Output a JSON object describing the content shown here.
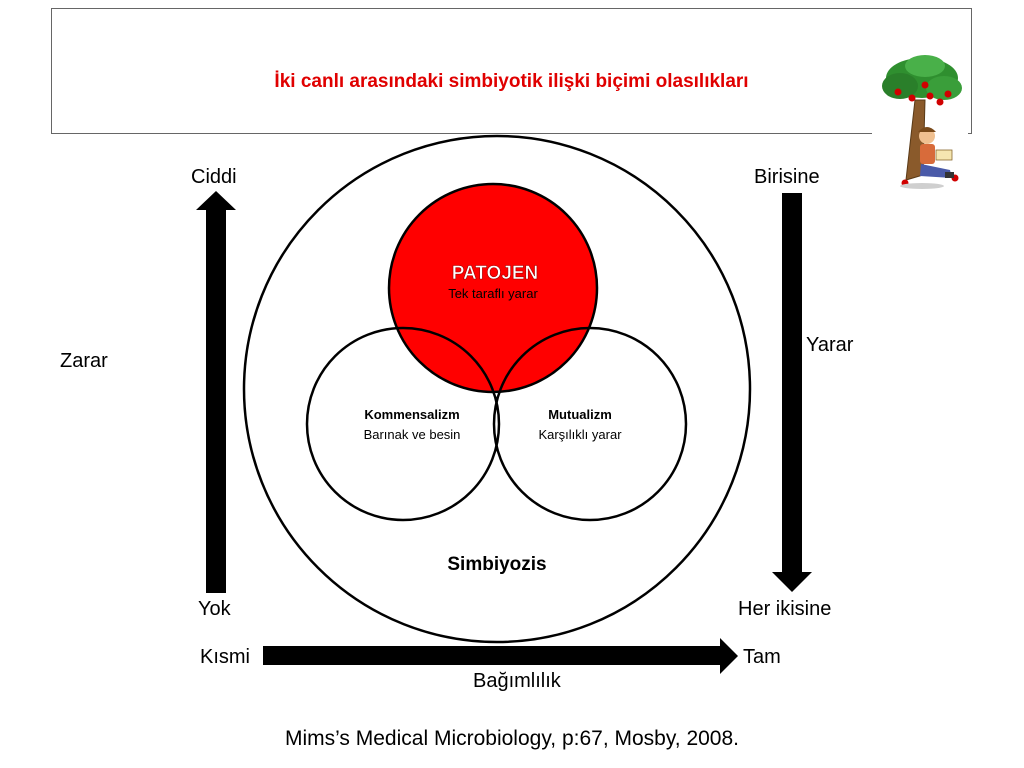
{
  "title": "İki canlı arasındaki simbiyotik ilişki biçimi olasılıkları",
  "circles": {
    "outer_label": "Simbiyozis",
    "pathogen": {
      "name": "PATOJEN",
      "desc": "Tek taraflı yarar",
      "color": "#ff0000"
    },
    "commensalism": {
      "name": "Kommensalizm",
      "desc": "Barınak ve besin"
    },
    "mutualism": {
      "name": "Mutualizm",
      "desc": "Karşılıklı yarar"
    }
  },
  "left_axis": {
    "top": "Ciddi",
    "middle": "Zarar",
    "bottom": "Yok"
  },
  "right_axis": {
    "top": "Birisine",
    "middle": "Yarar",
    "bottom": "Her ikisine"
  },
  "bottom_axis": {
    "start": "Kısmi",
    "end": "Tam",
    "label": "Bağımlılık"
  },
  "reference": "Mims’s Medical Microbiology, p:67, Mosby, 2008.",
  "icons": {
    "decoration": "tree-reading-person-icon"
  }
}
